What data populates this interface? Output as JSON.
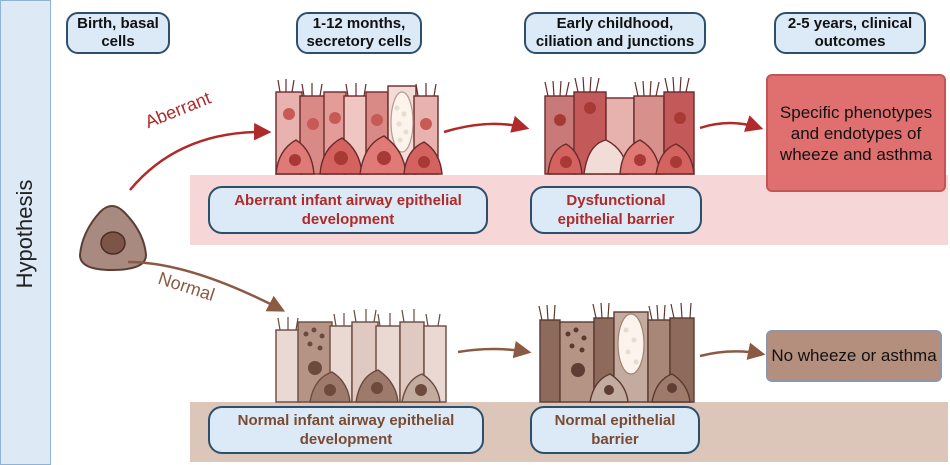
{
  "sidebar": {
    "label": "Hypothesis"
  },
  "stages": [
    {
      "label": "Birth, basal cells"
    },
    {
      "label": "1-12 months, secretory cells"
    },
    {
      "label": "Early childhood, ciliation and junctions"
    },
    {
      "label": "2-5 years, clinical outcomes"
    }
  ],
  "paths": {
    "aberrant": {
      "branch_label": "Aberrant",
      "development_label": "Aberrant infant airway epithelial development",
      "barrier_label": "Dysfunctional epithelial barrier",
      "outcome_label": "Specific phenotypes and endotypes of wheeze and asthma",
      "color": "#b02a2a"
    },
    "normal": {
      "branch_label": "Normal",
      "development_label": "Normal infant airway epithelial development",
      "barrier_label": "Normal epithelial barrier",
      "outcome_label": "No wheeze or asthma",
      "color": "#7a4a32"
    }
  }
}
